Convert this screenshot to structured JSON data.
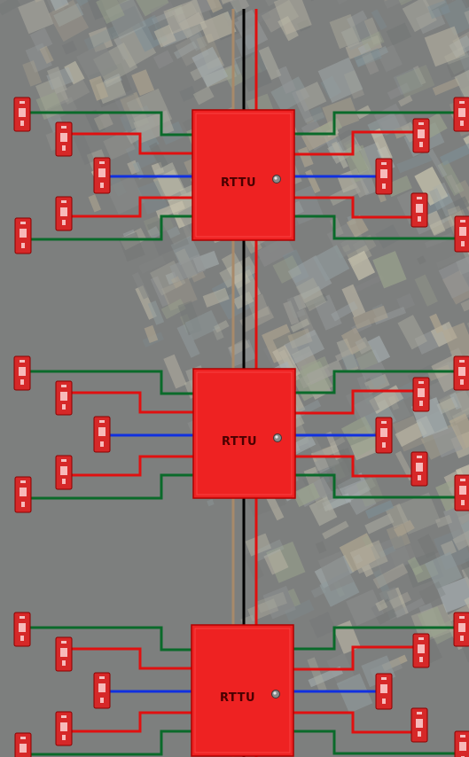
{
  "units": [
    {
      "label": "RTTU"
    },
    {
      "label": "RTTU"
    },
    {
      "label": "RTTU"
    }
  ],
  "colors": {
    "unit_fill": "#ee2222",
    "unit_stroke": "#b00000",
    "device_fill": "#d62828",
    "bus_black": "#000000",
    "bus_red": "#e01010",
    "bus_tan": "#a88a6a",
    "link_green": "#0a6a2a",
    "link_red": "#e01010",
    "link_blue": "#1030e0"
  },
  "icons": {
    "unit_indicator": "status-led-icon",
    "device": "sensor-device-icon"
  }
}
